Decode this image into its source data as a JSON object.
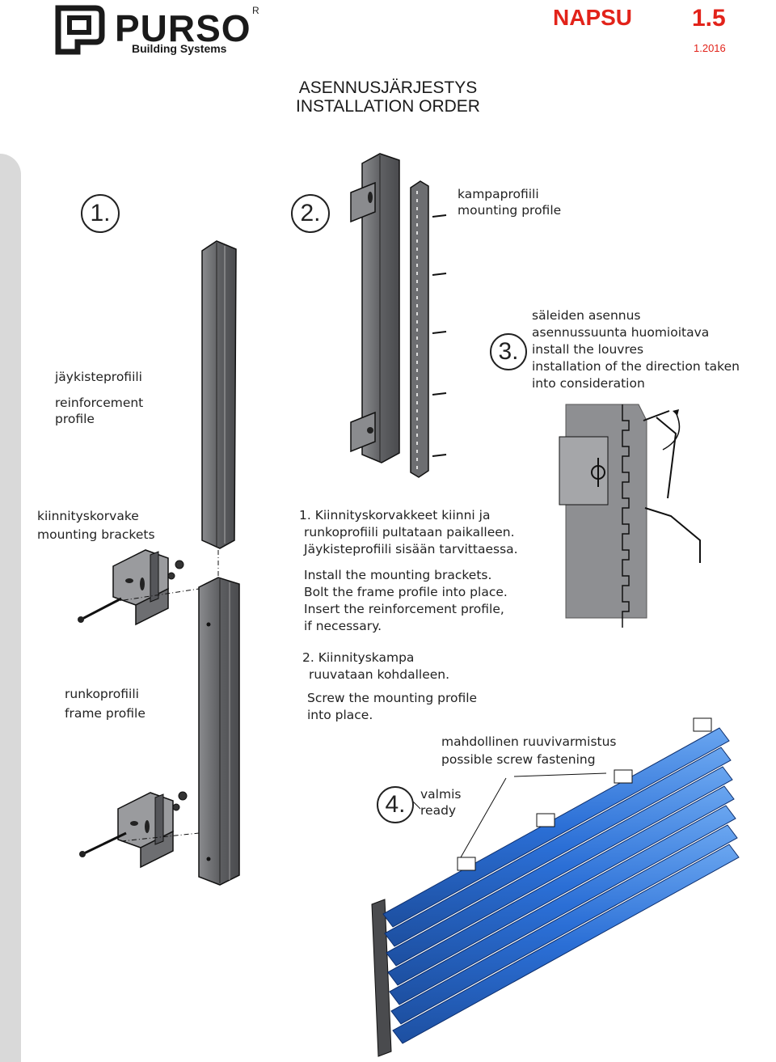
{
  "header": {
    "brand": "PURSO",
    "brand_sub": "Building Systems",
    "registered": "R",
    "product": "NAPSU",
    "page_number": "1.5",
    "date": "1.2016"
  },
  "title": {
    "line1": "ASENNUSJÄRJESTYS",
    "line2": "INSTALLATION ORDER"
  },
  "steps": {
    "s1": "1.",
    "s2": "2.",
    "s3": "3.",
    "s4": "4."
  },
  "labels": {
    "mounting_profile_fi": "kampaprofiili",
    "mounting_profile_en": "mounting profile",
    "reinforcement_fi": "jäykisteprofiili",
    "reinforcement_en_1": "reinforcement",
    "reinforcement_en_2": "profile",
    "brackets_fi": "kiinnityskorvake",
    "brackets_en": "mounting brackets",
    "frame_fi": "runkoprofiili",
    "frame_en": "frame profile",
    "louvres": [
      "säleiden asennus",
      "asennussuunta huomioitava",
      "install the louvres",
      "installation of the direction taken",
      "into consideration"
    ],
    "screw_fastening": [
      "mahdollinen ruuvivarmistus",
      "possible screw fastening"
    ],
    "ready_fi": "valmis",
    "ready_en": "ready"
  },
  "instructions": {
    "step1_fi": [
      "1. Kiinnityskorvakkeet kiinni ja",
      "runkoprofiili pultataan paikalleen.",
      "Jäykisteprofiili sisään tarvittaessa."
    ],
    "step1_en": [
      "Install the mounting brackets.",
      "Bolt the frame profile into place.",
      "Insert the reinforcement profile,",
      "if necessary."
    ],
    "step2_fi": [
      "2. Kiinnityskampa",
      "ruuvataan kohdalleen."
    ],
    "step2_en": [
      "Screw the mounting profile",
      "into place."
    ]
  },
  "colors": {
    "accent_red": "#e2231a",
    "profile_gray": "#6d6e71",
    "louvre_blue": "#2b6fd6",
    "band_gray": "#d9d9d9"
  }
}
